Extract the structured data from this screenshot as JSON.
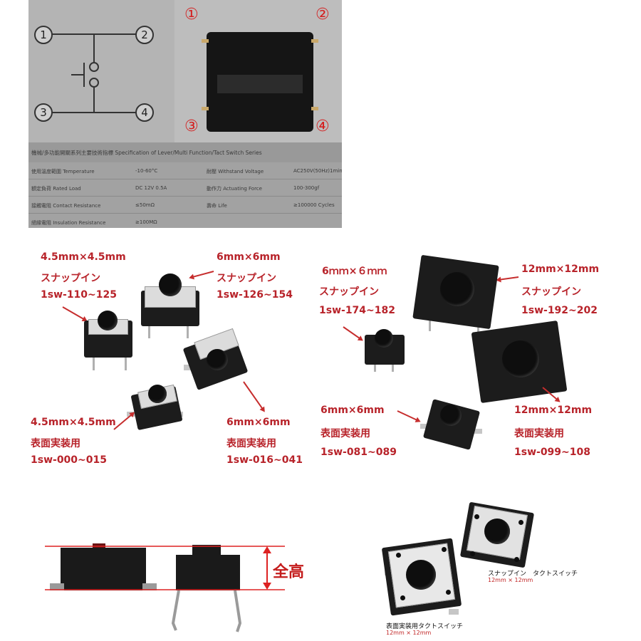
{
  "top_panel": {
    "schematic_pins": [
      "1",
      "2",
      "3",
      "4"
    ],
    "photo_pins": [
      "①",
      "②",
      "③",
      "④"
    ],
    "spec_header": "機械/多功能開關系列主要技術指標  Specification of Lever/Multi Function/Tact Switch Series",
    "spec_rows": [
      {
        "label_a": "使用溫度範圍 Temperature",
        "value_a": "-10-60°C",
        "label_b": "耐壓 Withstand Voltage",
        "value_b": "AC250V(50Hz)1min"
      },
      {
        "label_a": "額定負荷 Rated Load",
        "value_a": "DC 12V 0.5A",
        "label_b": "動作力 Actuating Force",
        "value_b": "100-300gf"
      },
      {
        "label_a": "接觸電阻 Contact Resistance",
        "value_a": "≤50mΩ",
        "label_b": "壽命 Life",
        "value_b": "≥100000 Cycles"
      },
      {
        "label_a": "絕緣電阻 Insulation Resistance",
        "value_a": "≥100MΩ",
        "label_b": "",
        "value_b": ""
      }
    ]
  },
  "catalog": {
    "left": [
      {
        "size": "4.5mm×4.5mm",
        "type": "スナップイン",
        "part": "1sw-110~125"
      },
      {
        "size": "6mm×6mm",
        "type": "スナップイン",
        "part": "1sw-126~154"
      },
      {
        "size": "4.5mm×4.5mm",
        "type": "表面実装用",
        "part": "1sw-000~015"
      },
      {
        "size": "6mm×6mm",
        "type": "表面実装用",
        "part": "1sw-016~041"
      }
    ],
    "right": [
      {
        "size": "6ｍｍ×６ｍｍ",
        "type": "スナップイン",
        "part": "1sw-174~182"
      },
      {
        "size": "12mm×12mm",
        "type": "スナップイン",
        "part": "1sw-192~202"
      },
      {
        "size": "6mm×6mm",
        "type": "表面実装用",
        "part": "1sw-081~089"
      },
      {
        "size": "12mm×12mm",
        "type": "表面実装用",
        "part": "1sw-099~108"
      }
    ]
  },
  "height_diagram": {
    "label": "全高"
  },
  "bottom_right": {
    "snap_caption": "スナップイン　タクトスイッチ",
    "snap_size": "12mm × 12mm",
    "smd_caption": "表面実装用タクトスイッチ",
    "smd_size": "12mm × 12mm"
  },
  "colors": {
    "label_red": "#b8232a",
    "switch_black": "#1c1c1c"
  }
}
